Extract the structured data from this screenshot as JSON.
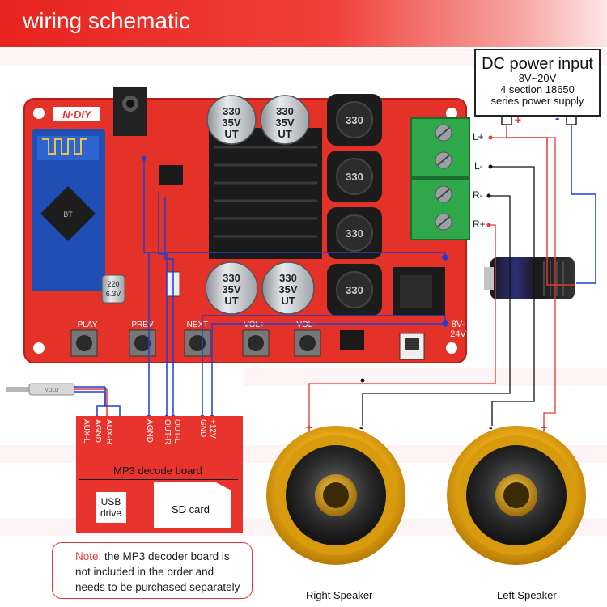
{
  "header": {
    "title": "wiring schematic"
  },
  "power_box": {
    "title": "DC power input",
    "voltage": "8V~20V",
    "battery": "4 section 18650",
    "supply": "series power supply",
    "plus": "+",
    "minus": "-"
  },
  "channels": {
    "l_plus": "L+",
    "l_minus": "L-",
    "r_minus": "R-",
    "r_plus": "R+"
  },
  "board": {
    "brand": "N·DIY",
    "chip_text": "BT",
    "caps": [
      "330",
      "35V",
      "UT"
    ],
    "small_cap": [
      "220",
      "6.3V"
    ],
    "inductor": "330",
    "power_label": [
      "8V-",
      "24V"
    ],
    "buttons": [
      "PLAY",
      "PREV",
      "NEXT",
      "VOL+",
      "VOL-"
    ]
  },
  "mp3_board": {
    "pins_left": [
      "AUX-L",
      "AGND",
      "AUX-R"
    ],
    "pins_mid": [
      "AGND",
      "OUT-R",
      "OUT-L"
    ],
    "pins_right": [
      "GND",
      "+12V"
    ],
    "title": "MP3 decode board",
    "usb": [
      "USB",
      "drive"
    ],
    "sd": "SD card"
  },
  "note": {
    "label": "Note:",
    "text1": " the MP3 decoder board is",
    "text2": "not included in the order and",
    "text3": "needs to be purchased separately"
  },
  "speakers": [
    {
      "name": "Right Speaker",
      "plus": "+",
      "minus": "-"
    },
    {
      "name": "Left Speaker",
      "minus": "-",
      "plus": "+"
    }
  ],
  "colors": {
    "accent": "#e8231f",
    "pcb": "#e53228",
    "wire_blue": "#1f3fd1",
    "speaker_gold": "#e3a514"
  }
}
